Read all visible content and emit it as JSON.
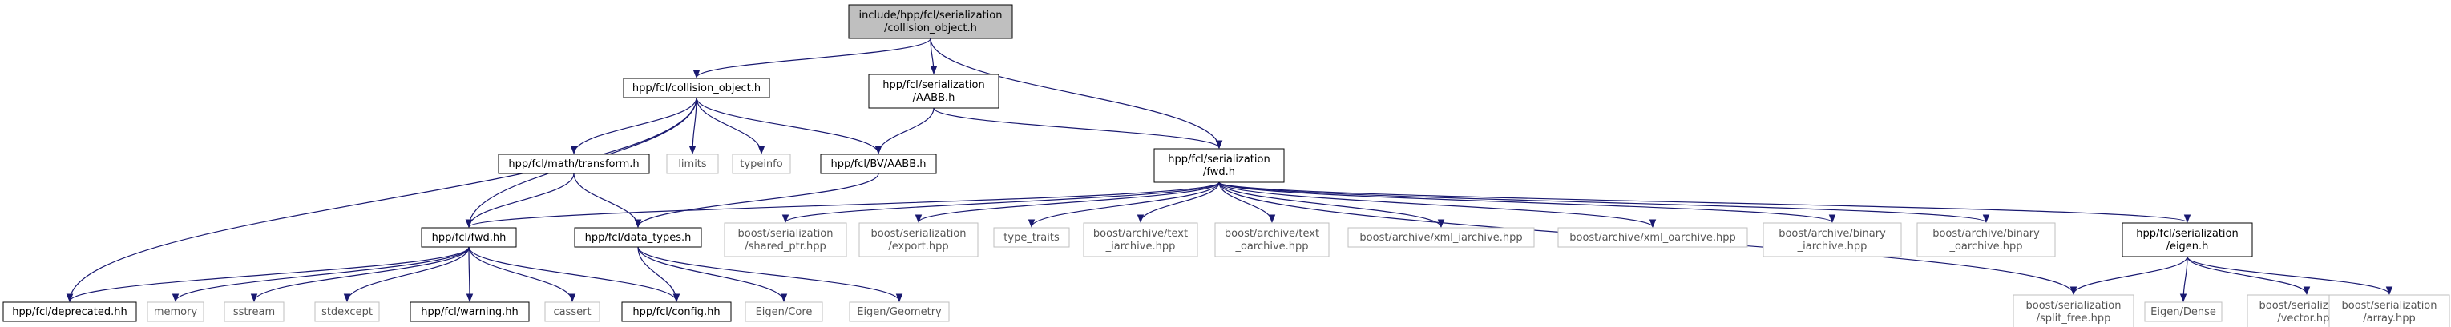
{
  "colors": {
    "edge": "#191970",
    "root_fill": "#bfbfbf",
    "node_fill": "#ffffff",
    "node_border": "#000000",
    "ext_border": "#bfbfbf",
    "ext_text": "#555555",
    "text": "#000000"
  },
  "nodes": [
    {
      "id": "root",
      "kind": "root",
      "lines": [
        "include/hpp/fcl/serialization",
        "/collision_object.h"
      ]
    },
    {
      "id": "collision_object",
      "kind": "internal",
      "lines": [
        "hpp/fcl/collision_object.h"
      ]
    },
    {
      "id": "ser_aabb",
      "kind": "internal",
      "lines": [
        "hpp/fcl/serialization",
        "/AABB.h"
      ]
    },
    {
      "id": "transform",
      "kind": "internal",
      "lines": [
        "hpp/fcl/math/transform.h"
      ]
    },
    {
      "id": "limits",
      "kind": "external",
      "lines": [
        "limits"
      ]
    },
    {
      "id": "typeinfo",
      "kind": "external",
      "lines": [
        "typeinfo"
      ]
    },
    {
      "id": "bv_aabb",
      "kind": "internal",
      "lines": [
        "hpp/fcl/BV/AABB.h"
      ]
    },
    {
      "id": "ser_fwd",
      "kind": "internal",
      "lines": [
        "hpp/fcl/serialization",
        "/fwd.h"
      ]
    },
    {
      "id": "fwd_hh",
      "kind": "internal",
      "lines": [
        "hpp/fcl/fwd.hh"
      ]
    },
    {
      "id": "data_types",
      "kind": "internal",
      "lines": [
        "hpp/fcl/data_types.h"
      ]
    },
    {
      "id": "shared_ptr",
      "kind": "external",
      "lines": [
        "boost/serialization",
        "/shared_ptr.hpp"
      ]
    },
    {
      "id": "export",
      "kind": "external",
      "lines": [
        "boost/serialization",
        "/export.hpp"
      ]
    },
    {
      "id": "type_traits",
      "kind": "external",
      "lines": [
        "type_traits"
      ]
    },
    {
      "id": "text_iarchive",
      "kind": "external",
      "lines": [
        "boost/archive/text",
        "_iarchive.hpp"
      ]
    },
    {
      "id": "text_oarchive",
      "kind": "external",
      "lines": [
        "boost/archive/text",
        "_oarchive.hpp"
      ]
    },
    {
      "id": "xml_iarchive",
      "kind": "external",
      "lines": [
        "boost/archive/xml_iarchive.hpp"
      ]
    },
    {
      "id": "xml_oarchive",
      "kind": "external",
      "lines": [
        "boost/archive/xml_oarchive.hpp"
      ]
    },
    {
      "id": "binary_iarchive",
      "kind": "external",
      "lines": [
        "boost/archive/binary",
        "_iarchive.hpp"
      ]
    },
    {
      "id": "binary_oarchive",
      "kind": "external",
      "lines": [
        "boost/archive/binary",
        "_oarchive.hpp"
      ]
    },
    {
      "id": "ser_eigen",
      "kind": "internal",
      "lines": [
        "hpp/fcl/serialization",
        "/eigen.h"
      ]
    },
    {
      "id": "deprecated",
      "kind": "internal",
      "lines": [
        "hpp/fcl/deprecated.hh"
      ]
    },
    {
      "id": "memory",
      "kind": "external",
      "lines": [
        "memory"
      ]
    },
    {
      "id": "sstream",
      "kind": "external",
      "lines": [
        "sstream"
      ]
    },
    {
      "id": "stdexcept",
      "kind": "external",
      "lines": [
        "stdexcept"
      ]
    },
    {
      "id": "warning",
      "kind": "internal",
      "lines": [
        "hpp/fcl/warning.hh"
      ]
    },
    {
      "id": "cassert",
      "kind": "external",
      "lines": [
        "cassert"
      ]
    },
    {
      "id": "config",
      "kind": "internal",
      "lines": [
        "hpp/fcl/config.hh"
      ]
    },
    {
      "id": "eigen_core",
      "kind": "external",
      "lines": [
        "Eigen/Core"
      ]
    },
    {
      "id": "eigen_geometry",
      "kind": "external",
      "lines": [
        "Eigen/Geometry"
      ]
    },
    {
      "id": "split_free",
      "kind": "external",
      "lines": [
        "boost/serialization",
        "/split_free.hpp"
      ]
    },
    {
      "id": "eigen_dense",
      "kind": "external",
      "lines": [
        "Eigen/Dense"
      ]
    },
    {
      "id": "vector",
      "kind": "external",
      "lines": [
        "boost/serialization",
        "/vector.hpp"
      ]
    },
    {
      "id": "array",
      "kind": "external",
      "lines": [
        "boost/serialization",
        "/array.hpp"
      ]
    }
  ],
  "edges": [
    [
      "root",
      "collision_object"
    ],
    [
      "root",
      "ser_aabb"
    ],
    [
      "root",
      "ser_fwd"
    ],
    [
      "collision_object",
      "deprecated"
    ],
    [
      "collision_object",
      "fwd_hh"
    ],
    [
      "collision_object",
      "transform"
    ],
    [
      "collision_object",
      "limits"
    ],
    [
      "collision_object",
      "typeinfo"
    ],
    [
      "collision_object",
      "bv_aabb"
    ],
    [
      "ser_aabb",
      "bv_aabb"
    ],
    [
      "ser_aabb",
      "ser_fwd"
    ],
    [
      "transform",
      "fwd_hh"
    ],
    [
      "transform",
      "data_types"
    ],
    [
      "bv_aabb",
      "data_types"
    ],
    [
      "ser_fwd",
      "fwd_hh"
    ],
    [
      "ser_fwd",
      "shared_ptr"
    ],
    [
      "ser_fwd",
      "export"
    ],
    [
      "ser_fwd",
      "type_traits"
    ],
    [
      "ser_fwd",
      "text_iarchive"
    ],
    [
      "ser_fwd",
      "text_oarchive"
    ],
    [
      "ser_fwd",
      "xml_iarchive"
    ],
    [
      "ser_fwd",
      "xml_oarchive"
    ],
    [
      "ser_fwd",
      "binary_iarchive"
    ],
    [
      "ser_fwd",
      "binary_oarchive"
    ],
    [
      "ser_fwd",
      "split_free"
    ],
    [
      "ser_fwd",
      "ser_eigen"
    ],
    [
      "fwd_hh",
      "deprecated"
    ],
    [
      "fwd_hh",
      "memory"
    ],
    [
      "fwd_hh",
      "sstream"
    ],
    [
      "fwd_hh",
      "stdexcept"
    ],
    [
      "fwd_hh",
      "warning"
    ],
    [
      "fwd_hh",
      "cassert"
    ],
    [
      "fwd_hh",
      "config"
    ],
    [
      "data_types",
      "config"
    ],
    [
      "data_types",
      "eigen_core"
    ],
    [
      "data_types",
      "eigen_geometry"
    ],
    [
      "ser_eigen",
      "split_free"
    ],
    [
      "ser_eigen",
      "eigen_dense"
    ],
    [
      "ser_eigen",
      "vector"
    ],
    [
      "ser_eigen",
      "array"
    ]
  ]
}
